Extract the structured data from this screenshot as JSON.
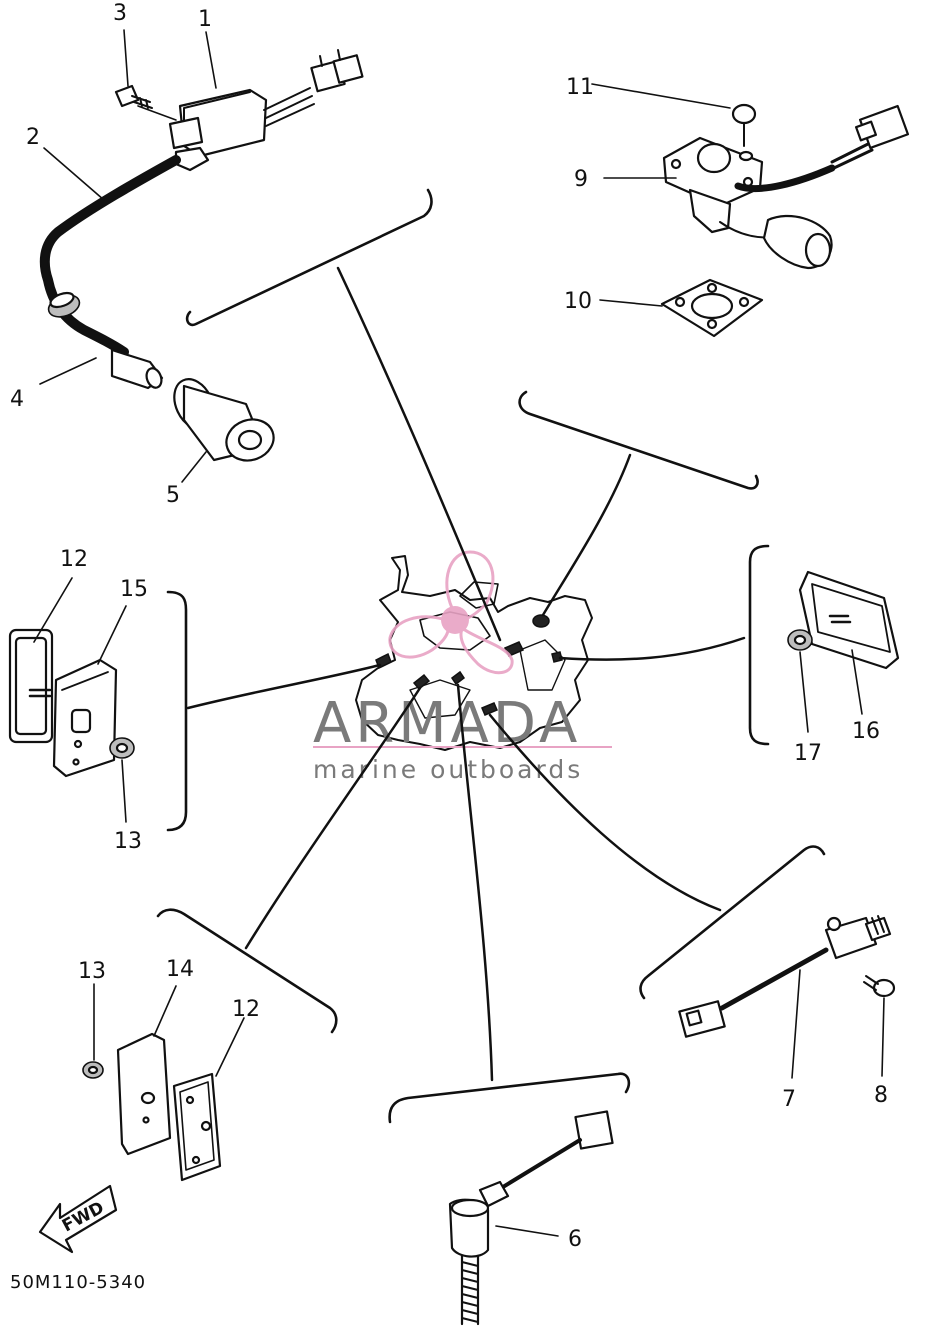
{
  "diagram": {
    "drawing_code": "50M110-5340",
    "direction_marker": "FWD",
    "callouts": {
      "c1": "1",
      "c2": "2",
      "c3": "3",
      "c4": "4",
      "c5": "5",
      "c6": "6",
      "c7": "7",
      "c8": "8",
      "c9": "9",
      "c10": "10",
      "c11": "11",
      "c12a": "12",
      "c12b": "12",
      "c13a": "13",
      "c13b": "13",
      "c14": "14",
      "c15": "15",
      "c16": "16",
      "c17": "17"
    }
  },
  "watermark": {
    "brand": "ARMADA",
    "tagline": "marine outboards",
    "logo_color": "#e8a3c4",
    "text_color": "#7a7a7a"
  }
}
